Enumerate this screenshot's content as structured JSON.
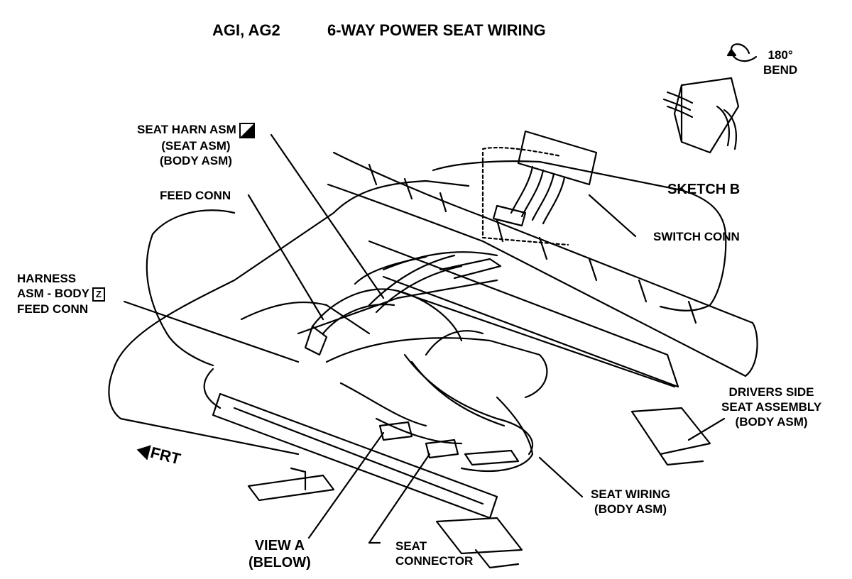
{
  "title": {
    "models": "AGI, AG2",
    "name": "6-WAY POWER SEAT WIRING"
  },
  "labels": {
    "bend": [
      "180°",
      "BEND"
    ],
    "sketch_b": "SKETCH B",
    "seat_harn": [
      "SEAT HARN ASM",
      "(SEAT ASM)",
      "(BODY ASM)"
    ],
    "feed_conn": "FEED CONN",
    "switch_conn": "SWITCH CONN",
    "harness_body": [
      "HARNESS",
      "ASM - BODY",
      "FEED CONN"
    ],
    "harness_body_marker": "Z",
    "drivers_side": [
      "DRIVERS SIDE",
      "SEAT ASSEMBLY",
      "(BODY ASM)"
    ],
    "seat_wiring": [
      "SEAT WIRING",
      "(BODY ASM)"
    ],
    "view_a": [
      "VIEW A",
      "(BELOW)"
    ],
    "seat_connector": [
      "SEAT",
      "CONNECTOR"
    ],
    "frt": "FRT"
  },
  "colors": {
    "ink": "#000000",
    "paper": "#ffffff"
  }
}
